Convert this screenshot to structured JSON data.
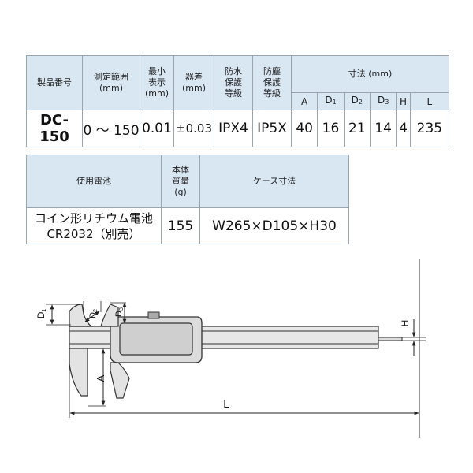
{
  "spec_table": {
    "headers": {
      "model": "製品番号",
      "range": "測定範囲\n(mm)",
      "resolution": "最小\n表示\n(mm)",
      "error": "器差\n(mm)",
      "waterproof": "防水\n保護\n等級",
      "dustproof": "防塵\n保護\n等級",
      "dimensions": "寸法 (mm)"
    },
    "dim_headers": [
      "A",
      "D",
      "D",
      "D",
      "H",
      "L"
    ],
    "dim_header_subs": [
      "",
      "1",
      "2",
      "3",
      "",
      ""
    ],
    "values": {
      "model": "DC-150",
      "range": "0 ～ 150",
      "resolution": "0.01",
      "error": "±0.03",
      "waterproof": "IPX4",
      "dustproof": "IP5X",
      "dims": [
        "40",
        "16",
        "21",
        "14",
        "4",
        "235"
      ]
    }
  },
  "accessory_table": {
    "headers": {
      "battery": "使用電池",
      "weight": "本体\n質量\n(g)",
      "case": "ケース寸法"
    },
    "values": {
      "battery_line1": "コイン形リチウム電池",
      "battery_line2": "CR2032（別売）",
      "weight": "155",
      "case": "W265×D105×H30"
    }
  },
  "drawing": {
    "labels": {
      "A": "A",
      "D1": "D",
      "D1_sub": "1",
      "D2": "D",
      "D2_sub": "2",
      "D3": "D",
      "D3_sub": "3",
      "H": "H",
      "L": "L"
    }
  }
}
